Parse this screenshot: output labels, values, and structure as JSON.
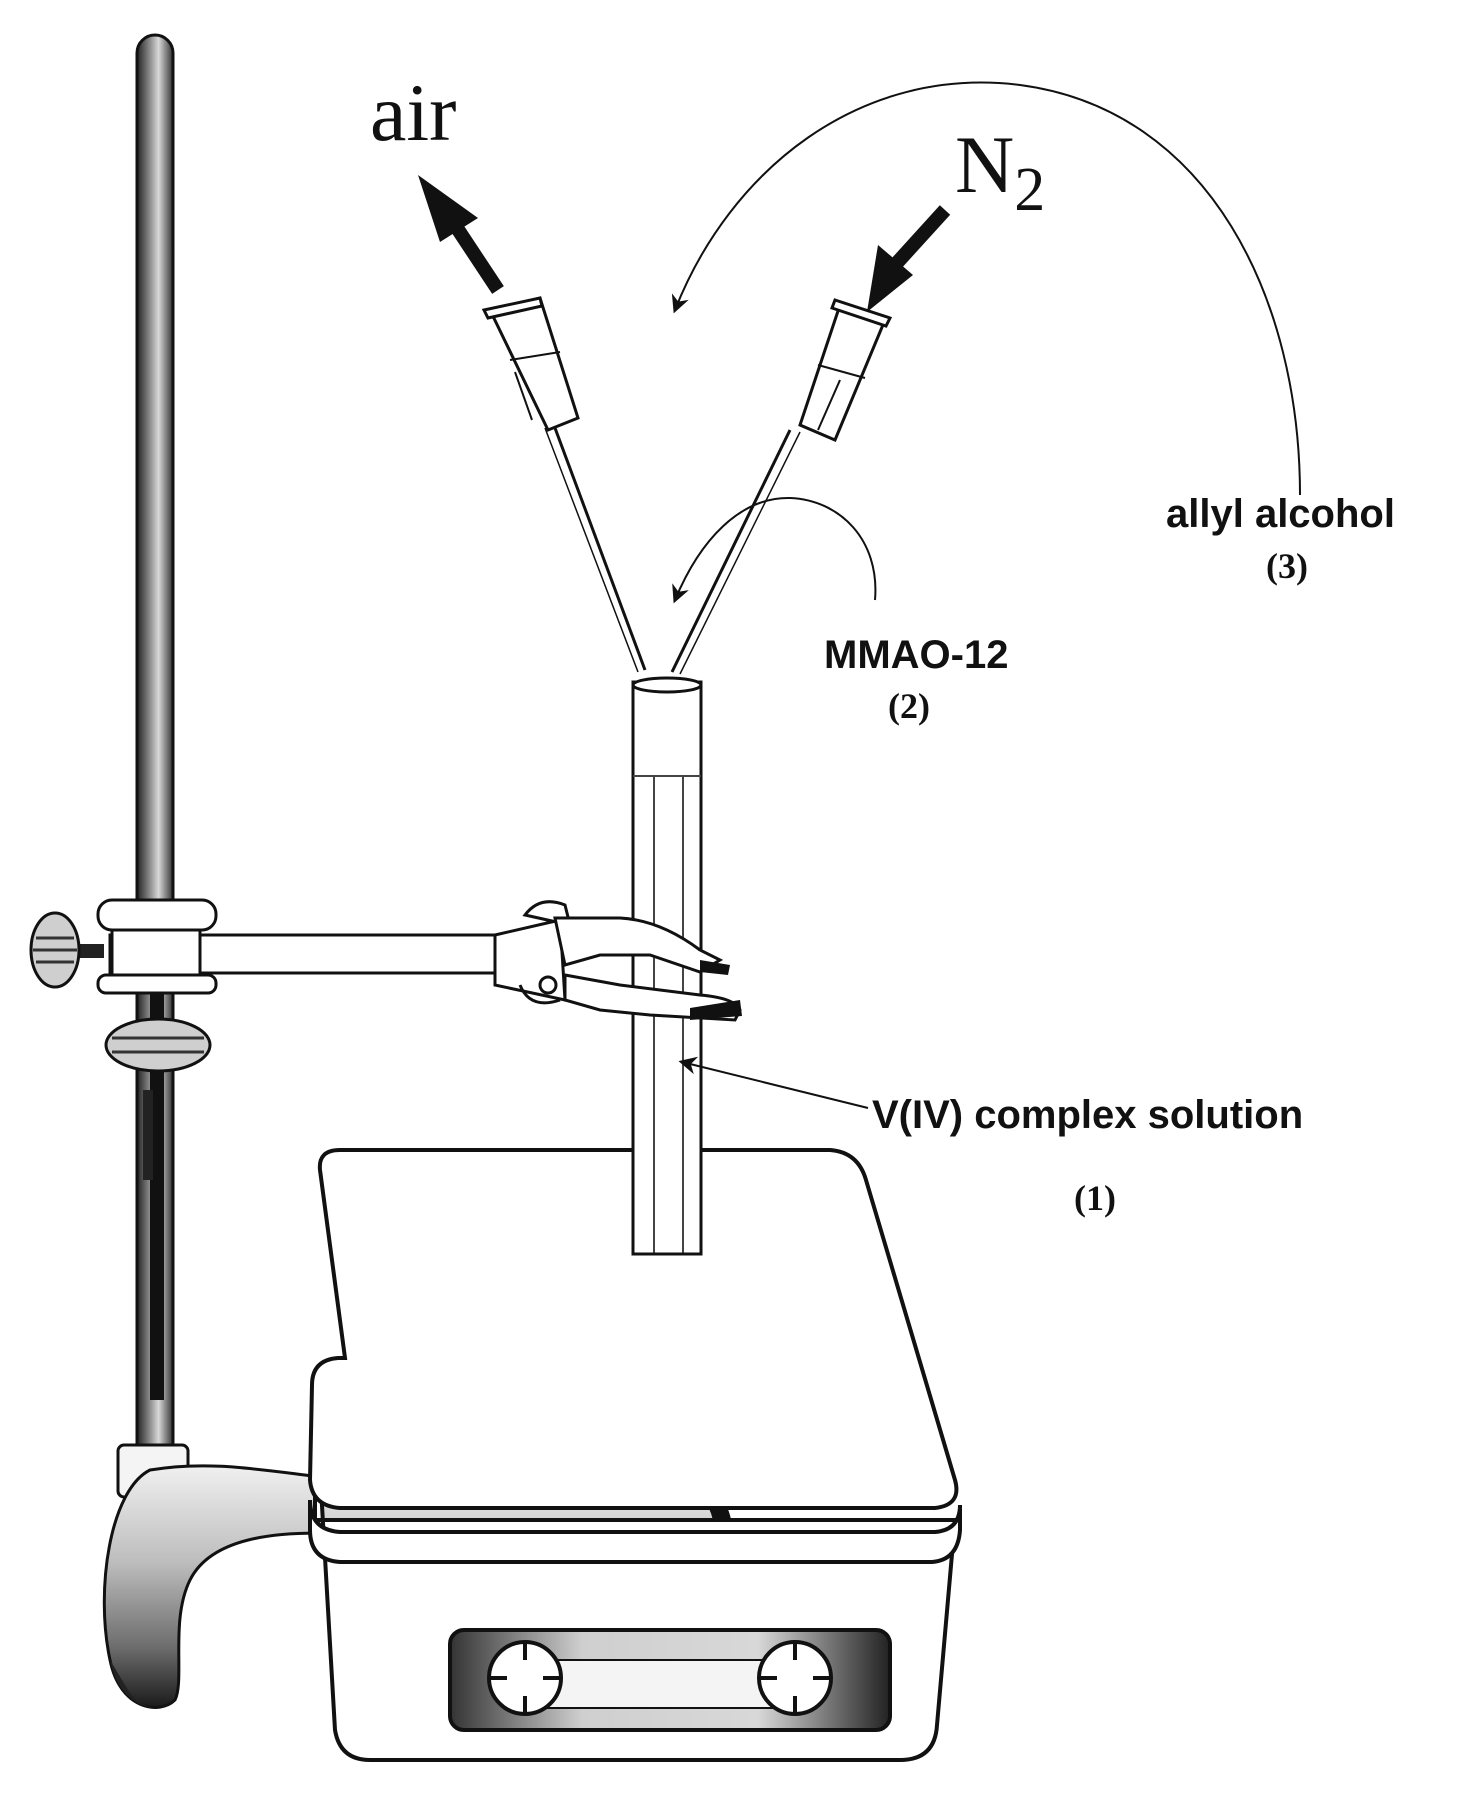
{
  "labels": {
    "air": "air",
    "n2_main": "N",
    "n2_sub": "2",
    "allyl": "allyl alcohol",
    "allyl_num": "(3)",
    "mmao": "MMAO-12",
    "mmao_num": "(2)",
    "complex": "V(IV) complex solution",
    "complex_num": "(1)"
  }
}
